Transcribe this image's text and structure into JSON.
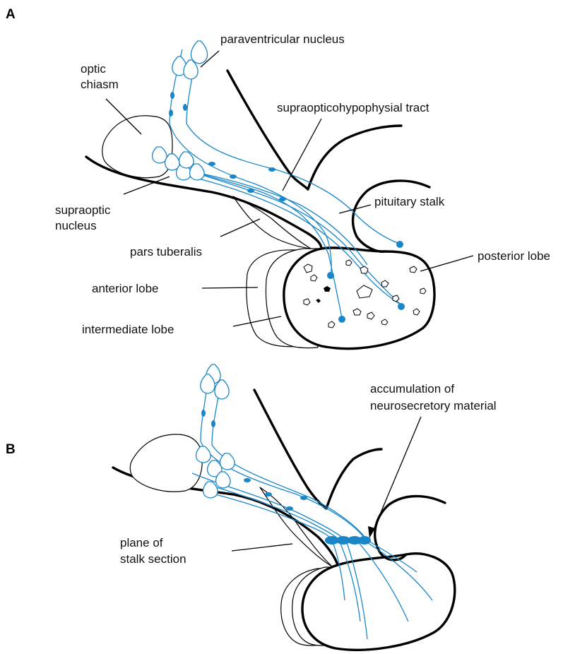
{
  "panels": {
    "a": "A",
    "b": "B"
  },
  "labels": {
    "paraventricular_nucleus": "paraventricular nucleus",
    "optic_chiasm_line1": "optic",
    "optic_chiasm_line2": "chiasm",
    "supraopticohypophysial_tract": "supraopticohypophysial tract",
    "supraoptic_nucleus_line1": "supraoptic",
    "supraoptic_nucleus_line2": "nucleus",
    "pituitary_stalk": "pituitary stalk",
    "pars_tuberalis": "pars tuberalis",
    "posterior_lobe": "posterior lobe",
    "anterior_lobe": "anterior lobe",
    "intermediate_lobe": "intermediate lobe",
    "accumulation_line1": "accumulation of",
    "accumulation_line2": "neurosecretory material",
    "plane_line1": "plane of",
    "plane_line2": "stalk section"
  },
  "colors": {
    "neuron_blue": "#1a86c8",
    "outline": "#000000",
    "background": "#ffffff"
  }
}
